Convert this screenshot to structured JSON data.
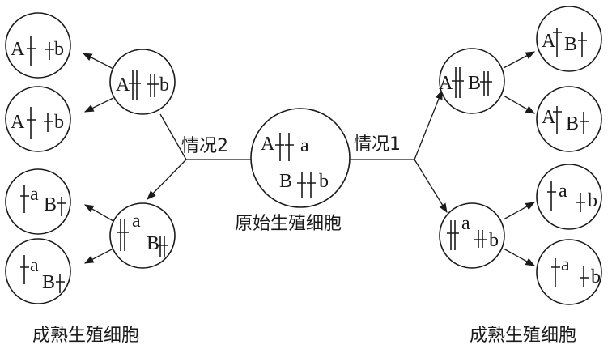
{
  "labels": {
    "case1": "情况1",
    "case2": "情况2",
    "primordial": "原始生殖细胞",
    "mature_left": "成熟生殖细胞",
    "mature_right": "成熟生殖细胞"
  },
  "cells": {
    "primordial": {
      "row1": [
        "A",
        "a"
      ],
      "row2": [
        "B",
        "b"
      ]
    },
    "case1_top": [
      "A",
      "B"
    ],
    "case1_bottom": [
      "a",
      "b"
    ],
    "case2_top": [
      "A",
      "b"
    ],
    "case2_bottom": [
      "a",
      "B"
    ],
    "gametes_right": [
      [
        "A",
        "B"
      ],
      [
        "A",
        "B"
      ],
      [
        "a",
        "b"
      ],
      [
        "a",
        "b"
      ]
    ],
    "gametes_left": [
      [
        "A",
        "b"
      ],
      [
        "A",
        "b"
      ],
      [
        "a",
        "B"
      ],
      [
        "a",
        "B"
      ]
    ]
  }
}
